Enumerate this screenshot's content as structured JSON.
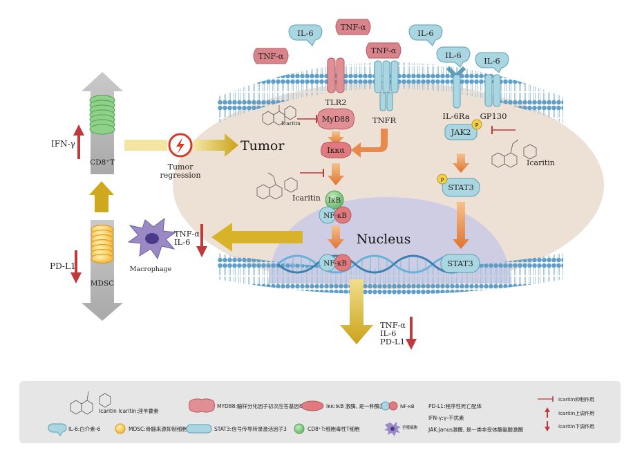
{
  "labels": {
    "tnf_a_1": "TNF-α",
    "tnf_a_2": "TNF-α",
    "tnf_a_3": "TNF-α",
    "il6_1": "IL-6",
    "il6_2": "IL-6",
    "il6_3": "IL-6",
    "il6_4": "IL-6",
    "tlr2": "TLR2",
    "myd88": "MyD88",
    "tnfr": "TNFR",
    "il6ra": "IL-6Ra",
    "gp130": "GP130",
    "jak2": "JAK2",
    "ikka": "Iκκα",
    "ikb": "IκB",
    "nfkb": "NF-κB",
    "nfkb_nucleus": "NF-κB",
    "stat3": "STAT3",
    "stat3_nucleus": "STAT3",
    "p": "P",
    "nucleus": "Nucleus",
    "tumor": "Tumor",
    "tumor_regression_1": "Tumor",
    "tumor_regression_2": "regression",
    "icaritin_1": "Icaritin",
    "icaritin_2": "Icaritin",
    "icaritin_3": "Icaritin",
    "ifn_gamma": "IFN-γ",
    "cd8t": "CD8⁺T",
    "pd_l1_left": "PD-L1",
    "mdsc": "MDSC",
    "macrophage": "Macrophage",
    "mac_tnf": "TNF-α",
    "mac_il6": "IL-6",
    "out_tnf": "TNF-α",
    "out_il6": "IL-6",
    "out_pdl1": "PD-L1"
  },
  "legend": {
    "icaritin": "Icaritin Icaritin:淫羊藿素",
    "myd88": "MYD88:髓样分化因子初次应答基因88",
    "ikk": "Iκκ:IκB 激酶, 是一种酶复合物",
    "nfkb_icon": "NF-κB",
    "pdl1": "PD-L1:程序性死亡配体",
    "ifn": "IFN-γ:γ-干扰素",
    "jak": "JAK:Janus激酶, 是一类非受体酪氨酸激酶",
    "il6": "IL-6:白介素-6",
    "mdsc": "MDSC:骨髓来源抑制细胞",
    "stat3": "STAT3:信号传导转录激活因子3",
    "cd8": "CD8⁺T:细胞毒性T细胞",
    "macrophage_icon": "巨噬细胞",
    "inhibit": "Icaritin抑制作用",
    "up": "Icaritin上调作用",
    "down": "Icaritin下调作用"
  },
  "colors": {
    "tnf": "#d9848a",
    "il6": "#a9d6e0",
    "ikk": "#e07a7e",
    "arrow_orange": "#e88a4c",
    "arrow_gold": "#c9a319",
    "red_arrow": "#c0393b",
    "membrane": "#5f9ec8",
    "cell": "#ede0d4",
    "nucleus": "#cfcde3",
    "legend_bg": "#e6e6e6"
  }
}
